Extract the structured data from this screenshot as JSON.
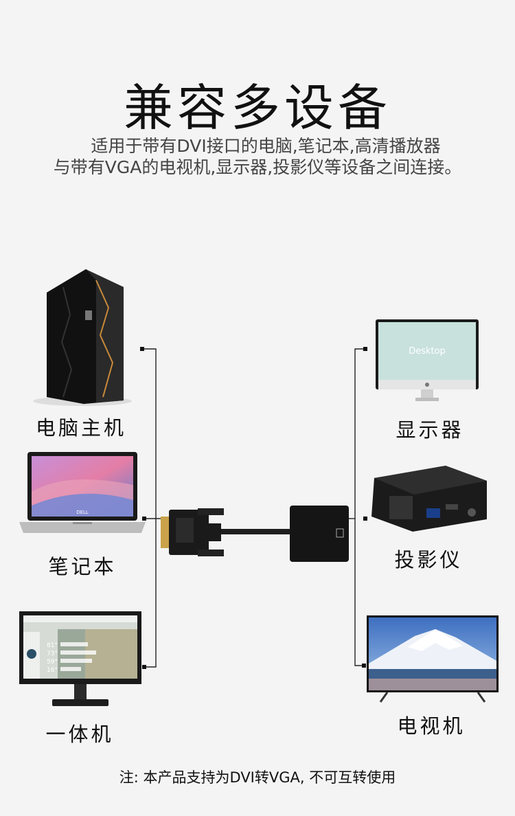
{
  "header": {
    "title": "兼容多设备",
    "subtitle_line1": "适用于带有DVI接口的电脑,笔记本,高清播放器",
    "subtitle_line2": "与带有VGA的电视机,显示器,投影仪等设备之间连接。"
  },
  "left_devices": [
    {
      "label": "电脑主机",
      "icon": "desktop-tower-icon"
    },
    {
      "label": "笔记本",
      "icon": "laptop-icon"
    },
    {
      "label": "一体机",
      "icon": "all-in-one-icon"
    }
  ],
  "right_devices": [
    {
      "label": "显示器",
      "icon": "monitor-icon",
      "screen_text": "Desktop"
    },
    {
      "label": "投影仪",
      "icon": "projector-icon"
    },
    {
      "label": "电视机",
      "icon": "television-icon"
    }
  ],
  "laptop_brand": "DELL",
  "aio_temps": [
    "81°",
    "73°",
    "59°",
    "16°"
  ],
  "footer_note": "注: 本产品支持为DVI转VGA, 不可互转使用",
  "colors": {
    "background": "#f4f4f4",
    "line": "#222222",
    "text": "#111111"
  }
}
